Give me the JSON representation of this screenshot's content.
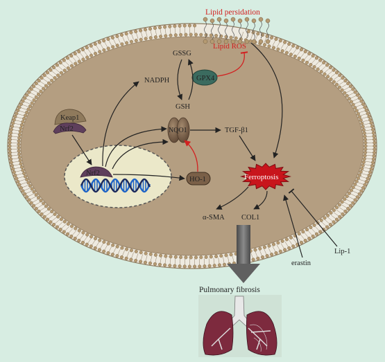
{
  "labels": {
    "lipid_peroxidation": "Lipid persidation",
    "lipid_ros": "Lipid ROS",
    "gssg": "GSSG",
    "gpx4": "GPX4",
    "nadph": "NADPH",
    "gsh": "GSH",
    "keap1": "Keap1",
    "nrf2_cyto": "Nrf2",
    "nrf2_nuc": "Nrf2",
    "nqo1": "NQO1",
    "tgf": "TGF-β1",
    "ho1": "HO-1",
    "ferroptosis": "Ferroptosis",
    "alpha_sma": "α-SMA",
    "col1": "COL1",
    "lip1": "Lip-1",
    "erastin": "erastin",
    "pulmonary_fibrosis": "Pulmonary fibrosis"
  },
  "colors": {
    "background": "#d7ede2",
    "cytoplasm": "#b49e81",
    "membrane_head": "#b59a72",
    "nucleus": "#ebe8c9",
    "nrf2": "#5f3f5c",
    "keap1": "#8f7a5c",
    "gpx4": "#3b6b5f",
    "nqo1": "#7a6048",
    "ferroptosis": "#c8151c",
    "inhibition_arrow": "#d22020",
    "dna_blue": "#1f64c6",
    "dna_dark": "#1c2a5c"
  }
}
